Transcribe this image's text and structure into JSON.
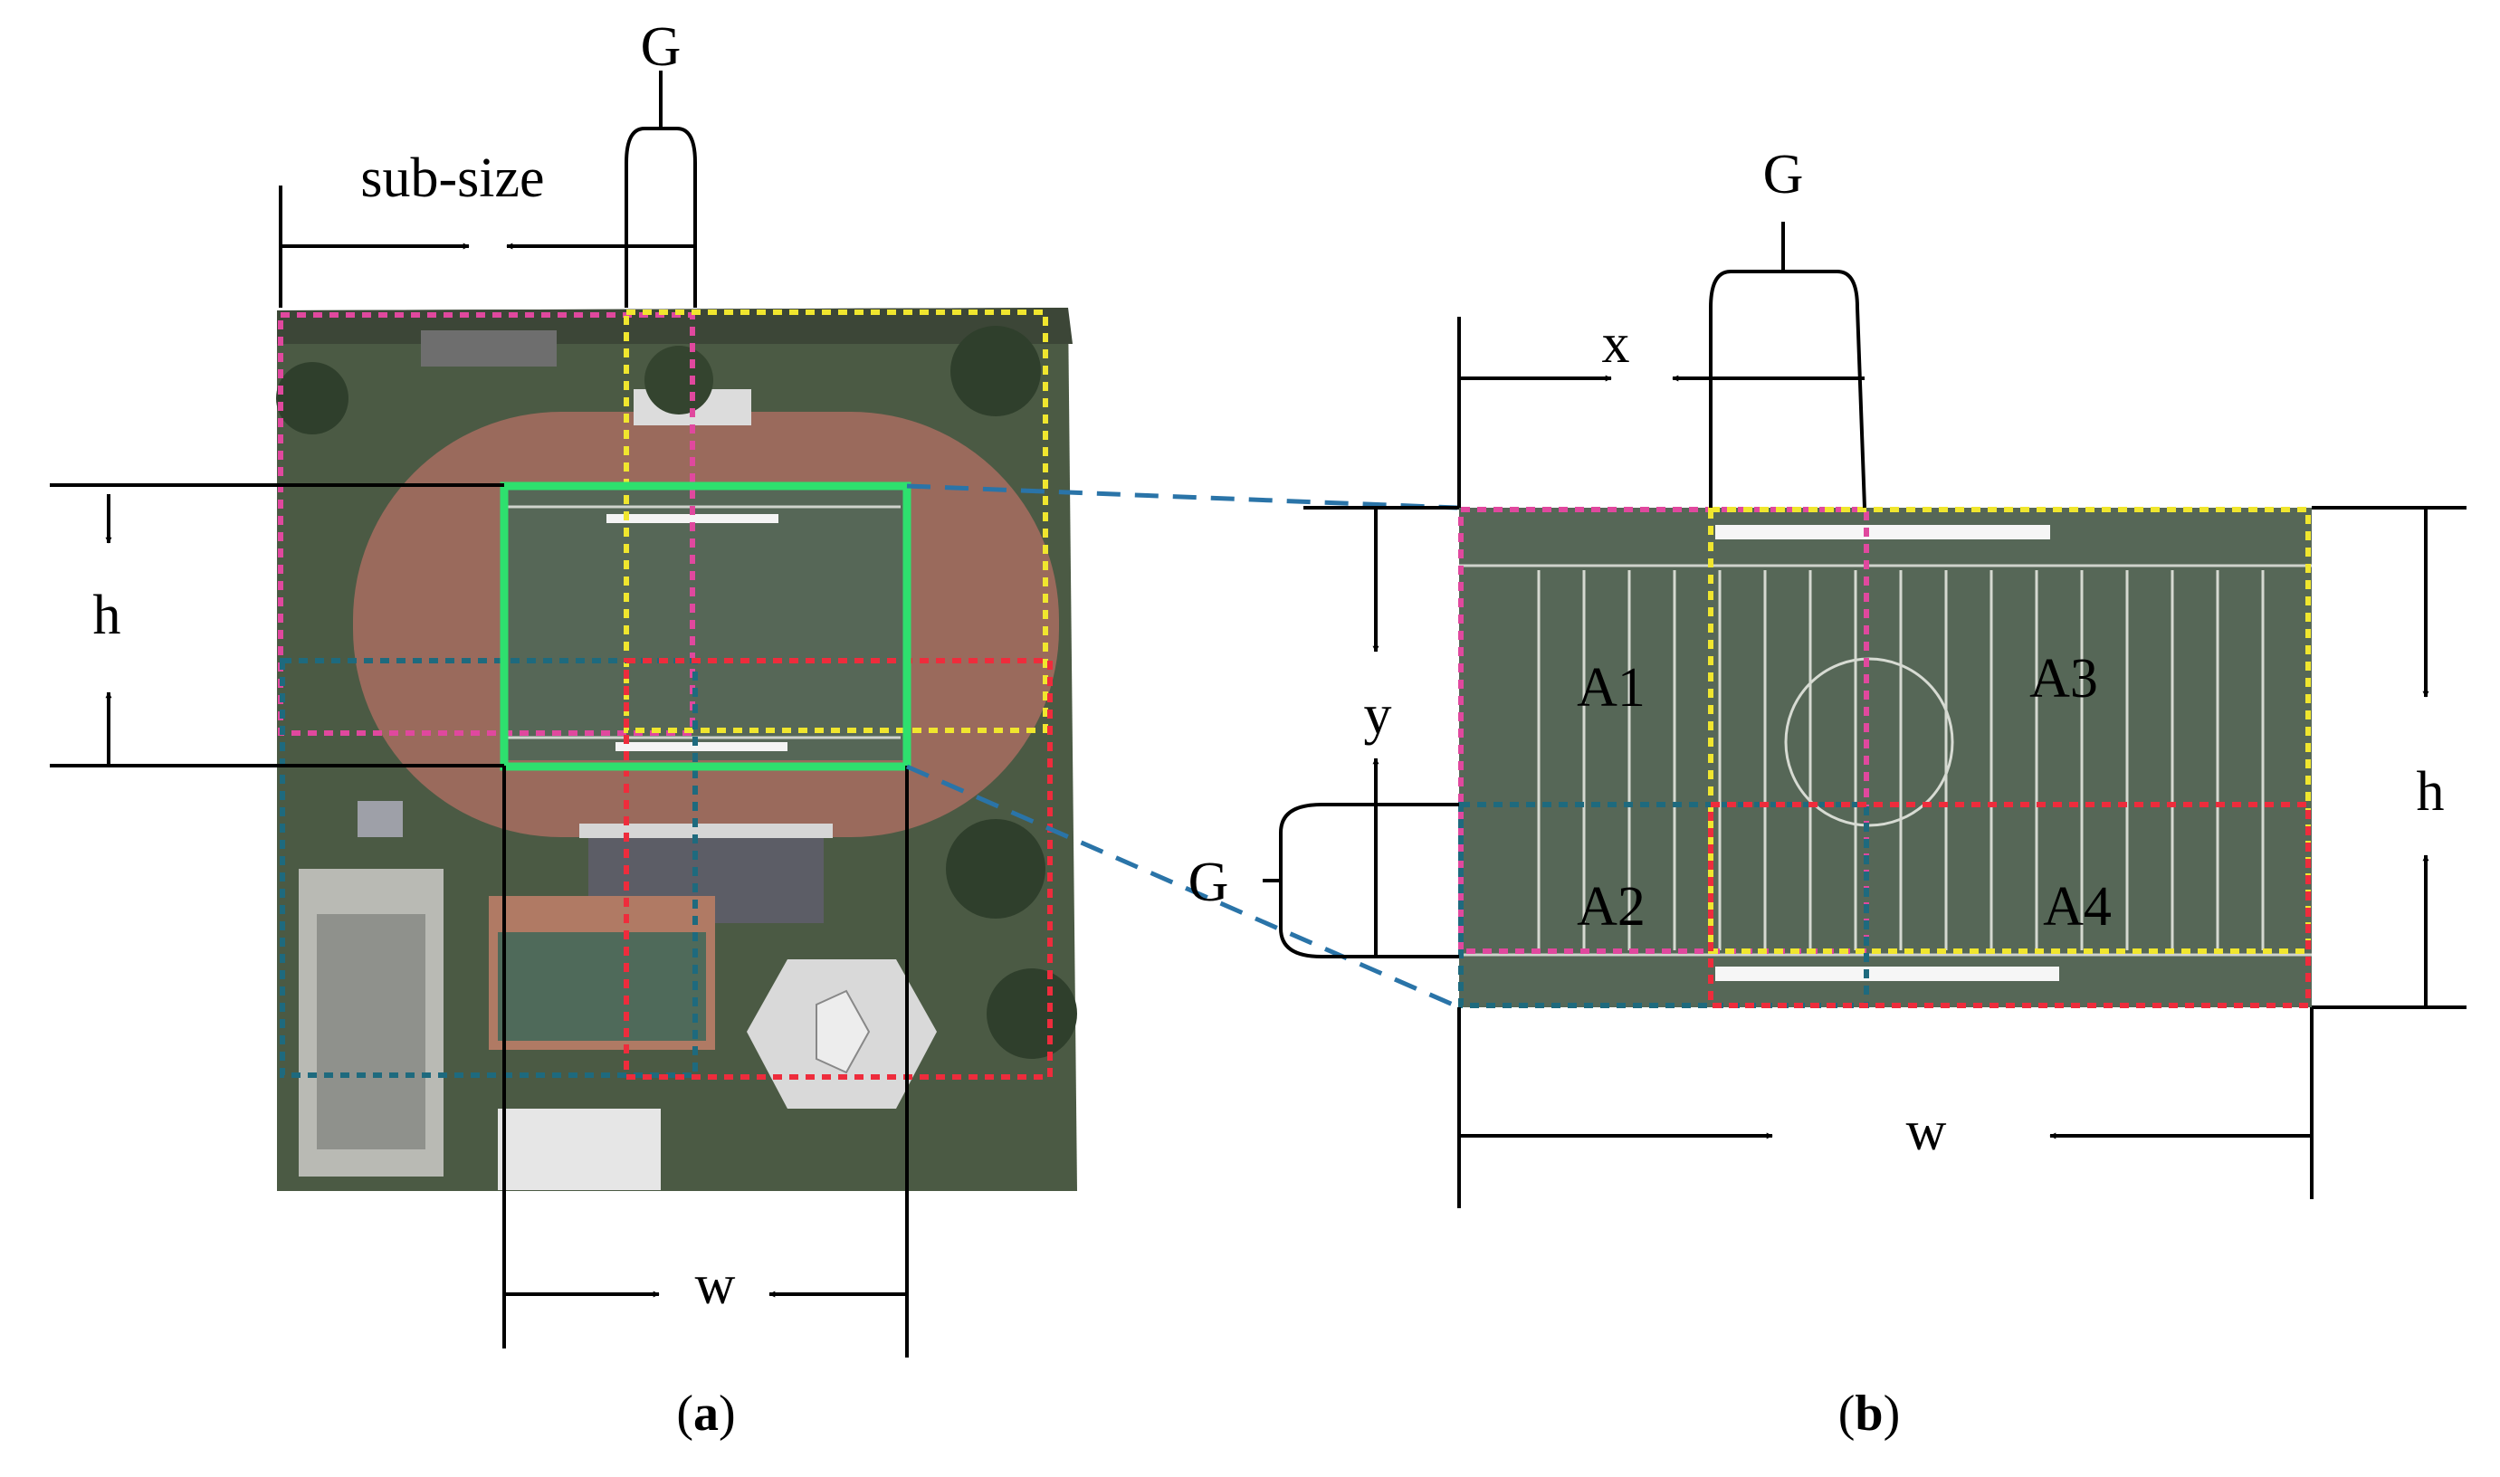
{
  "colors": {
    "magenta": "#e0489e",
    "yellow": "#f0e62e",
    "teal": "#1e6a7e",
    "red": "#ee2c3c",
    "green": "#2ee06e",
    "leader": "#2a74a8",
    "field": "#566757",
    "track": "#9a6a5c"
  },
  "panel_a": {
    "gap_label": "G",
    "subsize_label": "sub-size",
    "h_label": "h",
    "w_label": "w",
    "caption_open": "(",
    "caption_letter": "a",
    "caption_close": ")"
  },
  "panel_b": {
    "gap_top_label": "G",
    "gap_left_label": "G",
    "x_label": "x",
    "y_label": "y",
    "h_label": "h",
    "w_label": "w",
    "tiles": [
      "A1",
      "A2",
      "A3",
      "A4"
    ],
    "caption_open": "(",
    "caption_letter": "b",
    "caption_close": ")"
  }
}
